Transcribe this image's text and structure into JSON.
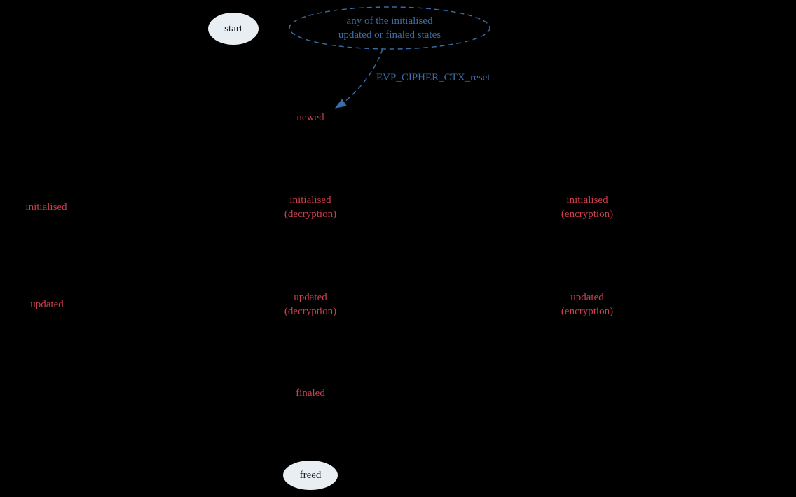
{
  "colors": {
    "background": "#000000",
    "state_text": "#cb3f4e",
    "blue": "#3b6da6",
    "terminal_fill": "#e9eef3",
    "terminal_text": "#17202a"
  },
  "nodes": {
    "start": {
      "label": "start"
    },
    "any_state": {
      "line1": "any of the initialised",
      "line2": "updated or finaled states"
    },
    "newed": {
      "label": "newed"
    },
    "initialised_plain": {
      "label": "initialised"
    },
    "initialised_decryption": {
      "line1": "initialised",
      "line2": "(decryption)"
    },
    "initialised_encryption": {
      "line1": "initialised",
      "line2": "(encryption)"
    },
    "updated_plain": {
      "label": "updated"
    },
    "updated_decryption": {
      "line1": "updated",
      "line2": "(decryption)"
    },
    "updated_encryption": {
      "line1": "updated",
      "line2": "(encryption)"
    },
    "finaled": {
      "label": "finaled"
    },
    "freed": {
      "label": "freed"
    }
  },
  "edges": {
    "reset": {
      "label": "EVP_CIPHER_CTX_reset"
    }
  }
}
